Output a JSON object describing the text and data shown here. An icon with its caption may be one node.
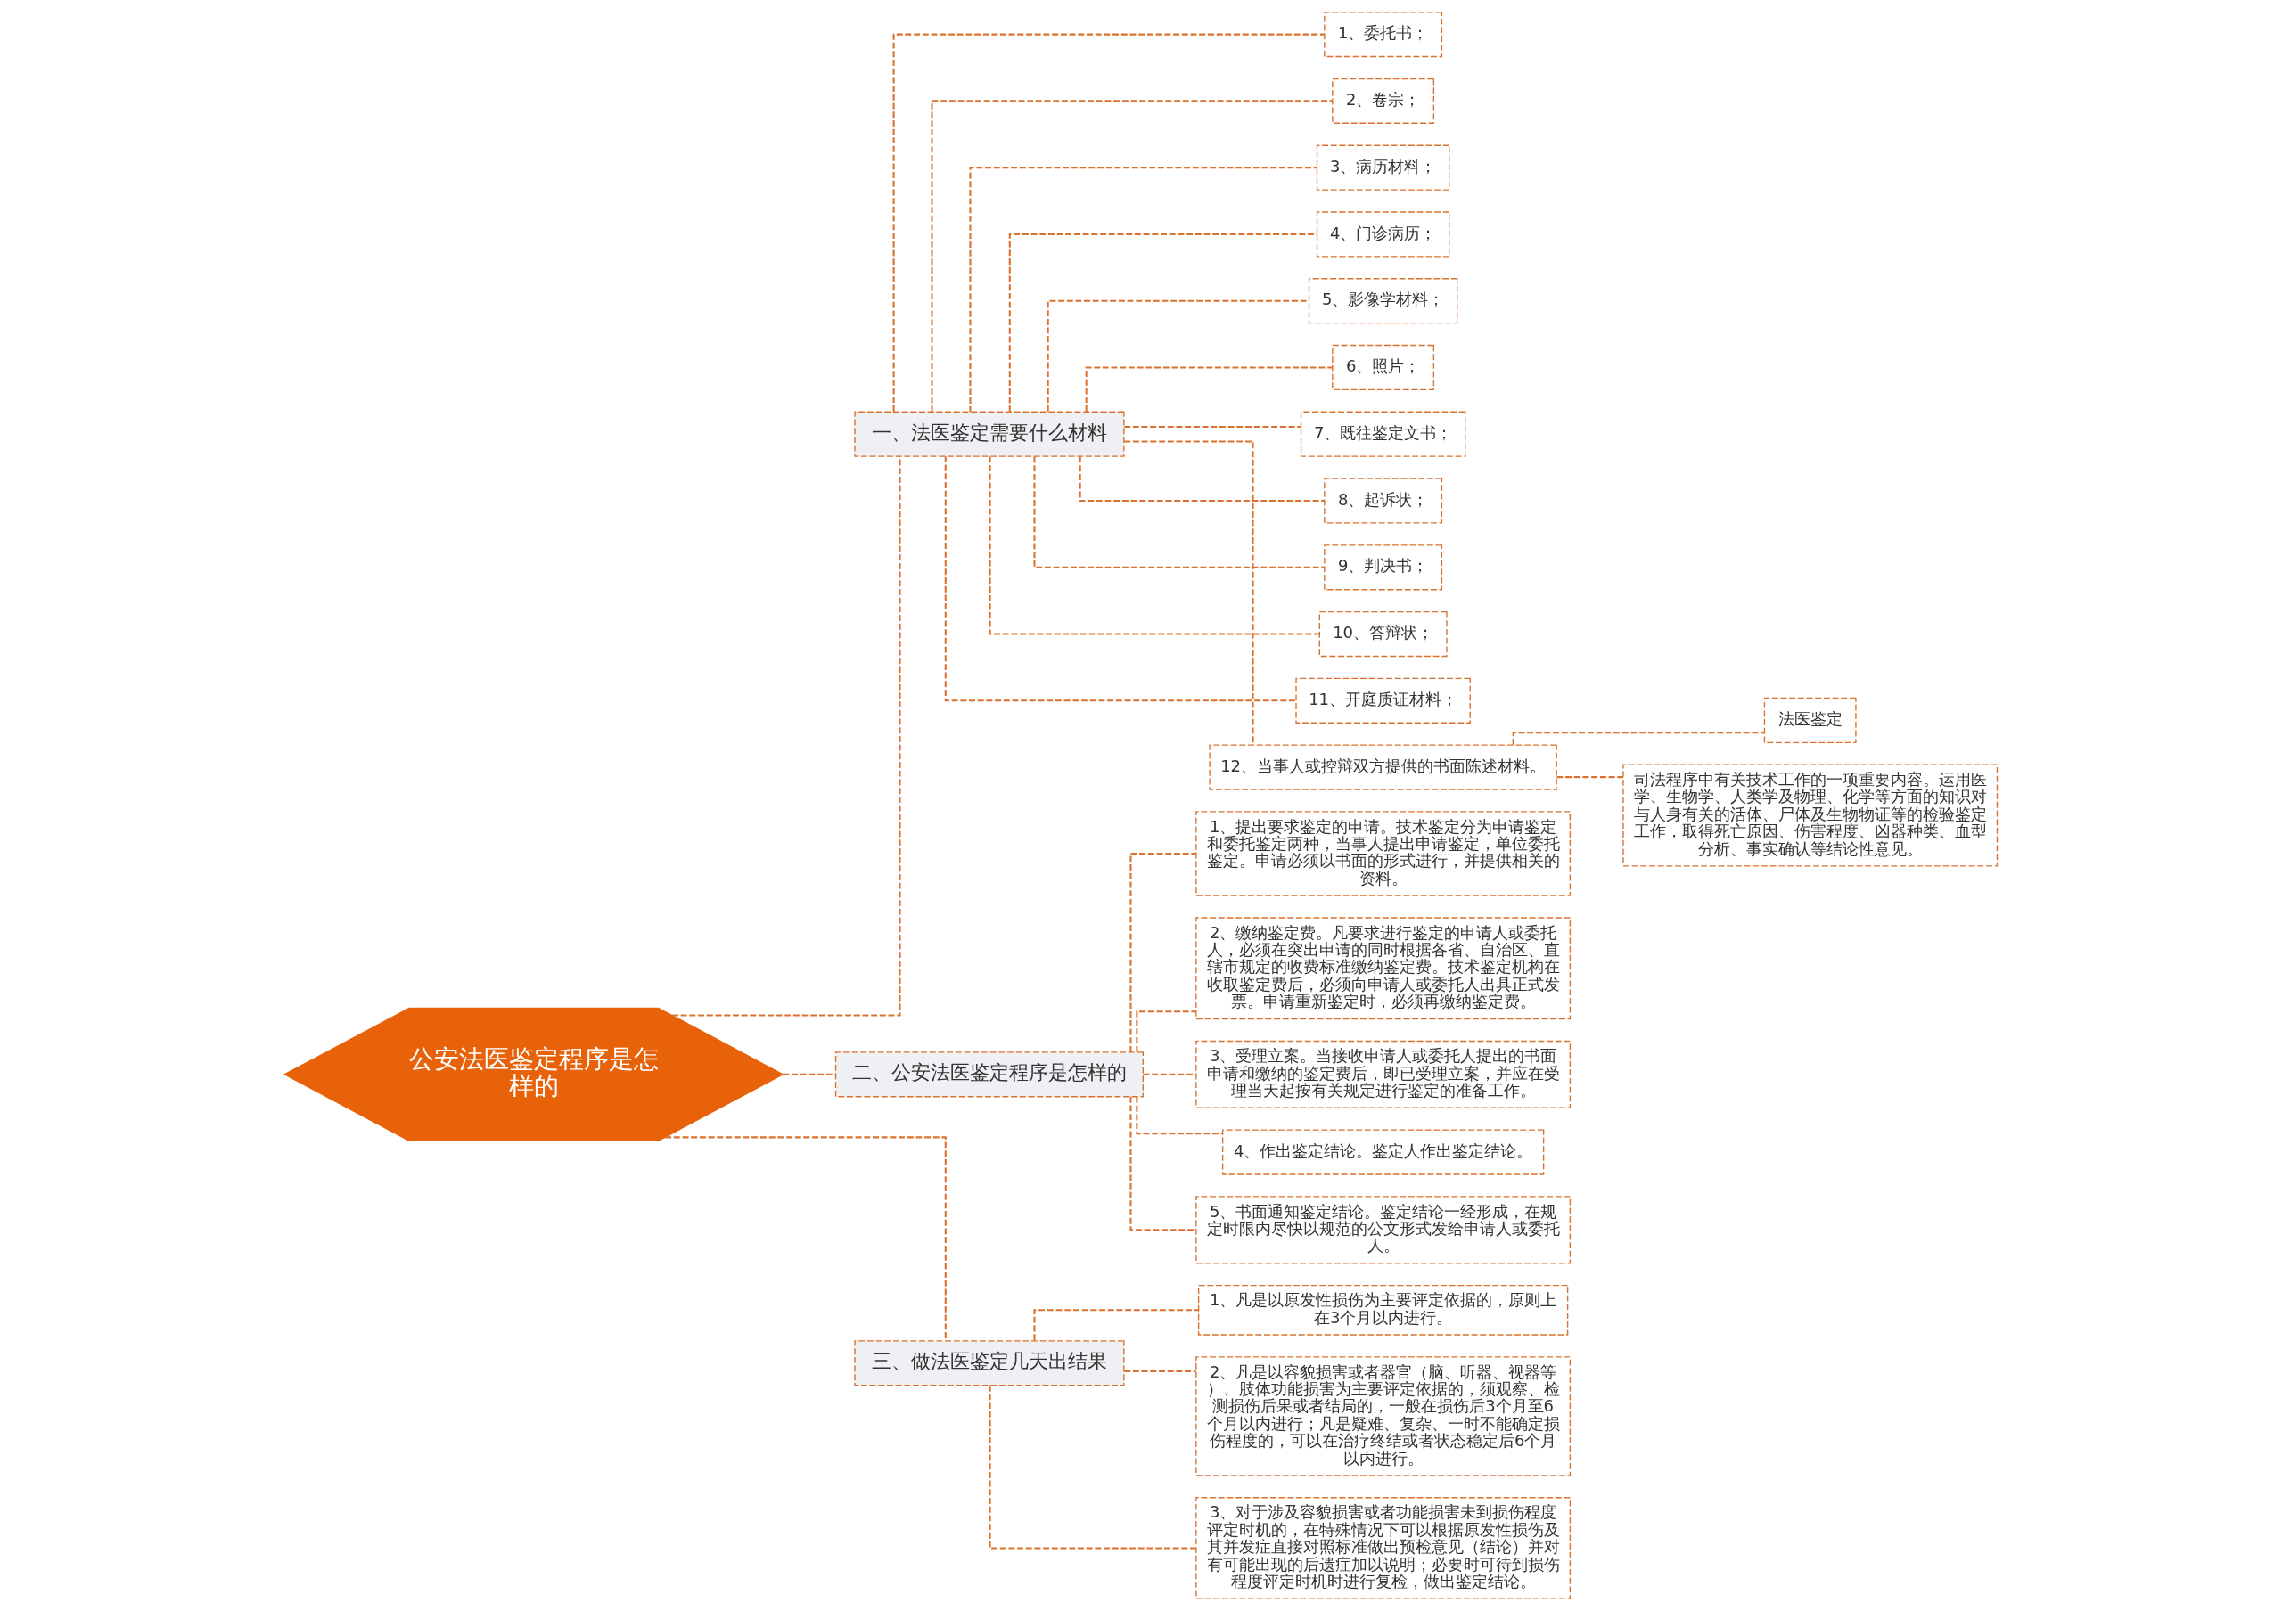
{
  "diagram": {
    "nodes": [
      {
        "text": [
          "公安法医鉴定程序是怎样的"
        ]
      },
      {
        "text": [
          "一、法医鉴定需要什么材料"
        ]
      },
      {
        "text": [
          "1、委托书；"
        ]
      },
      {
        "text": [
          "2、卷宗；"
        ]
      },
      {
        "text": [
          "3、病历材料；"
        ]
      },
      {
        "text": [
          "4、门诊病历；"
        ]
      },
      {
        "text": [
          "5、影像学材料；"
        ]
      },
      {
        "text": [
          "6、照片；"
        ]
      },
      {
        "text": [
          "7、既往鉴定文书；"
        ]
      },
      {
        "text": [
          "8、起诉状；"
        ]
      },
      {
        "text": [
          "9、判决书；"
        ]
      },
      {
        "text": [
          "10、答辩状；"
        ]
      },
      {
        "text": [
          "11、开庭质证材料；"
        ]
      },
      {
        "text": [
          "12、当事人或控辩双方提供的书面陈述材料。"
        ]
      },
      {
        "text": [
          "法医鉴定"
        ]
      },
      {
        "text": [
          "司法程序中有关技术工作的一项重要内容。运用医学、生物学、人类学及物理、化学等方面的知识对与人身有关的活体、尸体及生物物证等的检验鉴定工作，取得死亡原因、伤害程度、凶器种类、血型分析、事实确认等结论性意见。"
        ]
      },
      {
        "text": [
          "二、公安法医鉴定程序是怎样的"
        ]
      },
      {
        "text": [
          "1、提出要求鉴定的申请。技术鉴定分为申请鉴定和委托鉴定两种，当事人提出申请鉴定，单位委托鉴定。申请必须以书面的形式进行，并提供相关的资料。"
        ]
      },
      {
        "text": [
          "2、缴纳鉴定费。凡要求进行鉴定的申请人或委托人，必须在突出申请的同时根据各省、自治区、直辖市规定的收费标准缴纳鉴定费。技术鉴定机构在收取鉴定费后，必须向申请人或委托人出具正式发票。申请重新鉴定时，必须再缴纳鉴定费。"
        ]
      },
      {
        "text": [
          "3、受理立案。当接收申请人或委托人提出的书面申请和缴纳的鉴定费后，即已受理立案，并应在受理当天起按有关规定进行鉴定的准备工作。"
        ]
      },
      {
        "text": [
          "4、作出鉴定结论。鉴定人作出鉴定结论。"
        ]
      },
      {
        "text": [
          "5、书面通知鉴定结论。鉴定结论一经形成，在规定时限内尽快以规范的公文形式发给申请人或委托人。"
        ]
      },
      {
        "text": [
          "三、做法医鉴定几天出结果"
        ]
      },
      {
        "text": [
          "1、凡是以原发性损伤为主要评定依据的，原则上在3个月以内进行。"
        ]
      },
      {
        "text": [
          "2、凡是以容貌损害或者器官（脑、听器、视器等）、肢体功能损害为主要评定依据的，须观察、检测损伤后果或者结局的，一般在损伤后3个月至6个月以内进行；凡是疑难、复杂、一时不能确定损伤程度的，可以在治疗终结或者状态稳定后6个月以内进行。"
        ]
      },
      {
        "text": [
          "3、对于涉及容貌损害或者功能损害未到损伤程度评定时机的，在特殊情况下可以根据原发性损伤及其并发症直接对照标准做出预检意见（结论）并对有可能出现的后遗症加以说明；必要时可待到损伤程度评定时机时进行复检，做出鉴定结论。"
        ]
      }
    ],
    "edges": [
      {
        "from": 0,
        "to": 1,
        "arrow": "none"
      },
      {
        "from": 1,
        "to": 2,
        "arrow": "none"
      },
      {
        "from": 1,
        "to": 3,
        "arrow": "none"
      },
      {
        "from": 1,
        "to": 4,
        "arrow": "none"
      },
      {
        "from": 1,
        "to": 5,
        "arrow": "none"
      },
      {
        "from": 1,
        "to": 6,
        "arrow": "none"
      },
      {
        "from": 1,
        "to": 7,
        "arrow": "none"
      },
      {
        "from": 1,
        "to": 8,
        "arrow": "none"
      },
      {
        "from": 1,
        "to": 9,
        "arrow": "none"
      },
      {
        "from": 1,
        "to": 10,
        "arrow": "none"
      },
      {
        "from": 1,
        "to": 11,
        "arrow": "none"
      },
      {
        "from": 1,
        "to": 12,
        "arrow": "none"
      },
      {
        "from": 1,
        "to": 13,
        "arrow": "none"
      },
      {
        "from": 13,
        "to": 14,
        "arrow": "none"
      },
      {
        "from": 13,
        "to": 15,
        "arrow": "none"
      },
      {
        "from": 0,
        "to": 16,
        "arrow": "none"
      },
      {
        "from": 16,
        "to": 17,
        "arrow": "none"
      },
      {
        "from": 16,
        "to": 18,
        "arrow": "none"
      },
      {
        "from": 16,
        "to": 19,
        "arrow": "none"
      },
      {
        "from": 16,
        "to": 20,
        "arrow": "none"
      },
      {
        "from": 16,
        "to": 21,
        "arrow": "none"
      },
      {
        "from": 0,
        "to": 22,
        "arrow": "none"
      },
      {
        "from": 22,
        "to": 23,
        "arrow": "none"
      },
      {
        "from": 22,
        "to": 24,
        "arrow": "none"
      },
      {
        "from": 22,
        "to": 25,
        "arrow": "none"
      }
    ]
  }
}
